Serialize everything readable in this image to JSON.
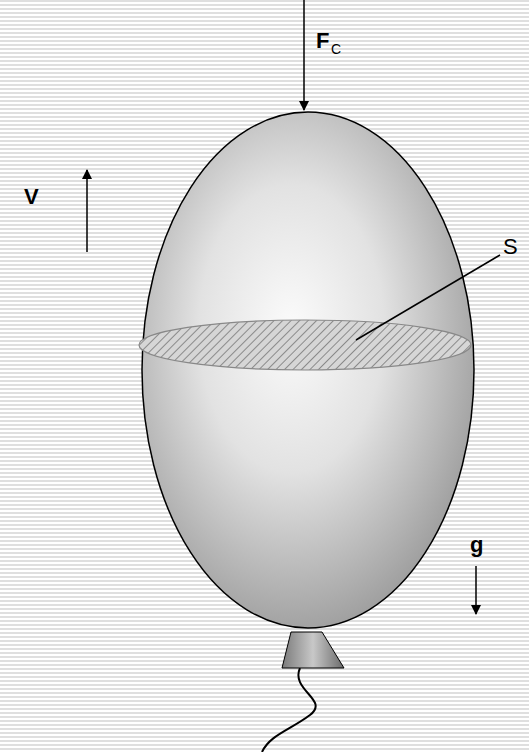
{
  "diagram": {
    "labels": [
      "F",
      "C",
      "V",
      "S",
      "g"
    ]
  }
}
